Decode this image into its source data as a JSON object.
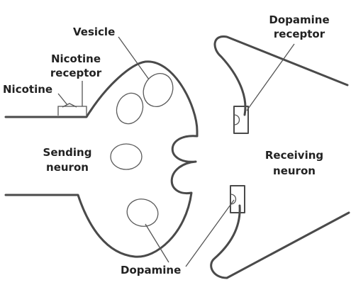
{
  "labels": {
    "vesicle": "Vesicle",
    "nicotine_receptor_line1": "Nicotine",
    "nicotine_receptor_line2": "receptor",
    "nicotine": "Nicotine",
    "sending_line1": "Sending",
    "sending_line2": "neuron",
    "dopamine_receptor_line1": "Dopamine",
    "dopamine_receptor_line2": "receptor",
    "receiving_line1": "Receiving",
    "receiving_line2": "neuron",
    "dopamine": "Dopamine"
  }
}
